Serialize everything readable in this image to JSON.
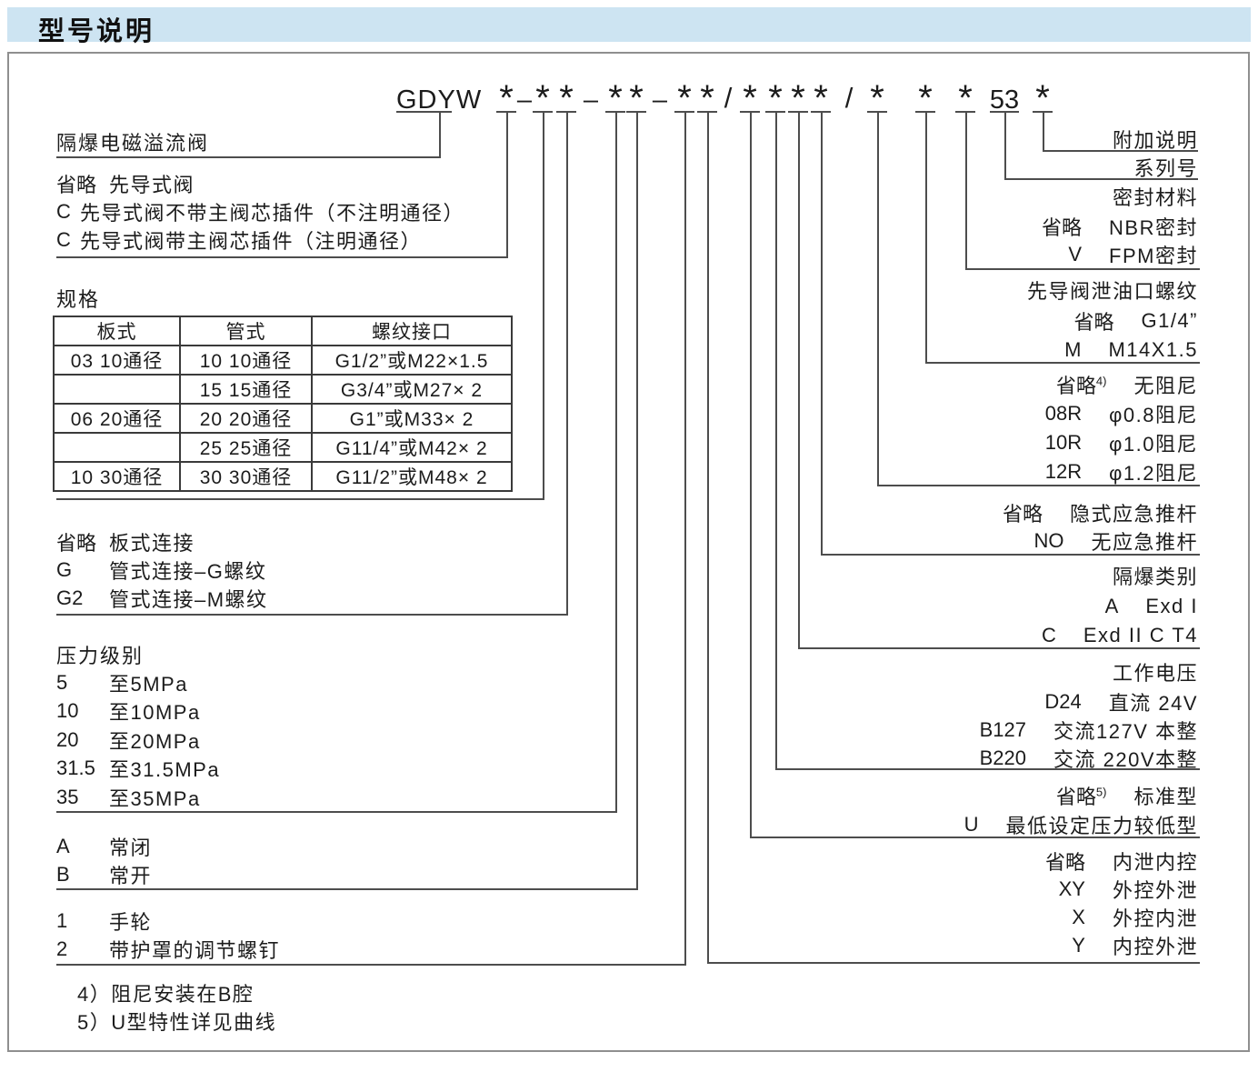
{
  "header": {
    "title": "型号说明"
  },
  "model_code": {
    "tokens": [
      "GDYW",
      "*",
      "–",
      "*",
      "*",
      "–",
      "*",
      "*",
      "–",
      "*",
      "*",
      "/",
      "*",
      "*",
      "*",
      "*",
      "/",
      "*",
      "*",
      "*",
      "53",
      "*"
    ]
  },
  "left": {
    "valve_name": "隔爆电磁溢流阀",
    "pilot_options": [
      {
        "code": "省略",
        "desc": "先导式阀"
      },
      {
        "code": "C",
        "desc": "先导式阀不带主阀芯插件（不注明通径）"
      },
      {
        "code": "C",
        "desc": "先导式阀带主阀芯插件（注明通径）"
      }
    ],
    "spec_table": {
      "title": "规格",
      "headers": [
        "板式",
        "管式",
        "螺纹接口"
      ],
      "rows": [
        [
          "03 10通径",
          "10 10通径",
          "G1/2”或M22×1.5"
        ],
        [
          "",
          "15 15通径",
          "G3/4”或M27× 2"
        ],
        [
          "06 20通径",
          "20 20通径",
          "G1”或M33× 2"
        ],
        [
          "",
          "25 25通径",
          "G11/4”或M42× 2"
        ],
        [
          "10 30通径",
          "30 30通径",
          "G11/2”或M48× 2"
        ]
      ]
    },
    "connection_options": [
      {
        "code": "省略",
        "desc": "板式连接"
      },
      {
        "code": "G",
        "desc": "管式连接–G螺纹"
      },
      {
        "code": "G2",
        "desc": "管式连接–M螺纹"
      }
    ],
    "pressure_levels": {
      "title": "压力级别",
      "options": [
        {
          "code": "5",
          "desc": "至5MPa"
        },
        {
          "code": "10",
          "desc": "至10MPa"
        },
        {
          "code": "20",
          "desc": "至20MPa"
        },
        {
          "code": "31.5",
          "desc": "至31.5MPa"
        },
        {
          "code": "35",
          "desc": "至35MPa"
        }
      ]
    },
    "function_options": [
      {
        "code": "A",
        "desc": "常闭"
      },
      {
        "code": "B",
        "desc": "常开"
      }
    ],
    "adjust_options": [
      {
        "code": "1",
        "desc": "手轮"
      },
      {
        "code": "2",
        "desc": "带护罩的调节螺钉"
      }
    ]
  },
  "right": {
    "additional_note": {
      "heading": "附加说明"
    },
    "series_no": {
      "heading": "系列号"
    },
    "seal_material": {
      "heading": "密封材料",
      "rows": [
        {
          "code": "省略",
          "desc": "NBR密封"
        },
        {
          "code": "V",
          "desc": "FPM密封"
        }
      ]
    },
    "pilot_drain_thread": {
      "heading": "先导阀泄油口螺纹",
      "rows": [
        {
          "code": "省略",
          "desc": "G1/4”"
        },
        {
          "code": "M",
          "desc": "M14X1.5"
        }
      ]
    },
    "damping": {
      "rows": [
        {
          "code": "省略",
          "sup": "4)",
          "desc": "无阻尼"
        },
        {
          "code": "08R",
          "desc": "φ0.8阻尼"
        },
        {
          "code": "10R",
          "desc": "φ1.0阻尼"
        },
        {
          "code": "12R",
          "desc": "φ1.2阻尼"
        }
      ]
    },
    "emergency_rod": {
      "rows": [
        {
          "code": "省略",
          "desc": "隐式应急推杆"
        },
        {
          "code": "NO",
          "desc": "无应急推杆"
        }
      ]
    },
    "explosion_class": {
      "heading": "隔爆类别",
      "rows": [
        {
          "code": "A",
          "desc": "Exd I"
        },
        {
          "code": "C",
          "desc": "Exd II C T4"
        }
      ]
    },
    "working_voltage": {
      "heading": "工作电压",
      "rows": [
        {
          "code": "D24",
          "desc": "直流 24V"
        },
        {
          "code": "B127",
          "desc": "交流127V 本整"
        },
        {
          "code": "B220",
          "desc": "交流 220V本整"
        }
      ]
    },
    "pressure_type": {
      "rows": [
        {
          "code": "省略",
          "sup": "5)",
          "desc": "标准型"
        },
        {
          "code": "U",
          "desc": "最低设定压力较低型"
        }
      ]
    },
    "control_drain": {
      "rows": [
        {
          "code": "省略",
          "desc": "内泄内控"
        },
        {
          "code": "XY",
          "desc": "外控外泄"
        },
        {
          "code": "X",
          "desc": "外控内泄"
        },
        {
          "code": "Y",
          "desc": "内控外泄"
        }
      ]
    }
  },
  "notes": [
    "4）阻尼安装在B腔",
    "5）U型特性详见曲线"
  ]
}
